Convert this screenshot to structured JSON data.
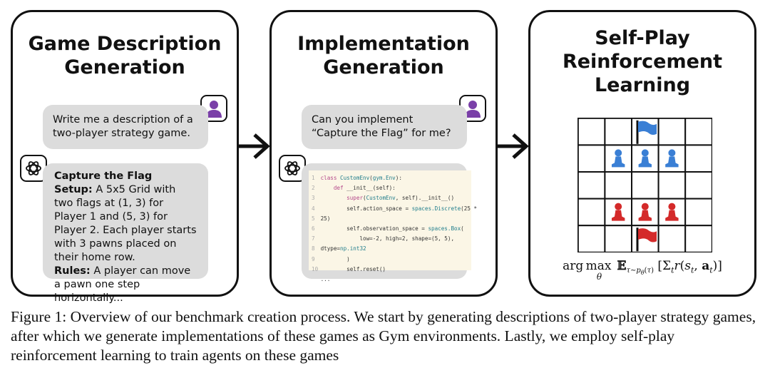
{
  "panels": [
    {
      "title_lines": [
        "Game Description",
        "Generation"
      ],
      "user_prompt": "Write me a description of a two-player strategy game.",
      "response": {
        "heading": "Capture the Flag",
        "setup_label": "Setup:",
        "setup_text": " A 5x5 Grid with two flags at (1, 3) for Player 1 and (5, 3) for Player 2. Each player starts with 3 pawns placed on their home row.",
        "rules_label": "Rules:",
        "rules_text": " A player can move a pawn one step horizontally..."
      }
    },
    {
      "title_lines": [
        "Implementation",
        "Generation"
      ],
      "user_prompt": "Can you implement “Capture the Flag” for me?",
      "code_lines": [
        "class CustomEnv(gym.Env):",
        "    def __init__(self):",
        "        super(CustomEnv, self).__init__()",
        "        self.action_space = spaces.Discrete(25 *",
        "25)",
        "        self.observation_space = spaces.Box(",
        "            low=-2, high=2, shape=(5, 5),",
        "dtype=np.int32",
        "        )",
        "        self.reset()",
        "..."
      ],
      "code_line_numbers": [
        "1",
        "2",
        "3",
        "4",
        "5",
        "6",
        "7",
        "8",
        "9",
        "10",
        ""
      ]
    },
    {
      "title_lines": [
        "Self-Play",
        "Reinforcement",
        "Learning"
      ],
      "formula": "arg max_θ E_{τ∼p_θ(τ)} [Σ_t r(s_t, a_t)]"
    }
  ],
  "board": {
    "size": 5,
    "blue_flag": [
      0,
      2
    ],
    "red_flag": [
      4,
      2
    ],
    "blue_pawns": [
      [
        1,
        1
      ],
      [
        1,
        2
      ],
      [
        1,
        3
      ]
    ],
    "red_pawns": [
      [
        3,
        1
      ],
      [
        3,
        2
      ],
      [
        3,
        3
      ]
    ],
    "colors": {
      "blue": "#3a7fd5",
      "red": "#d42a2a"
    }
  },
  "caption": "Figure 1: Overview of our benchmark creation process. We start by generating descriptions of two-player strategy games, after which we generate implementations of these games as Gym environments. Lastly, we employ self-play reinforcement learning to train agents on these games",
  "icons": [
    "user-avatar-icon",
    "openai-logo-icon",
    "right-arrow-icon",
    "flag-icon",
    "pawn-icon"
  ]
}
